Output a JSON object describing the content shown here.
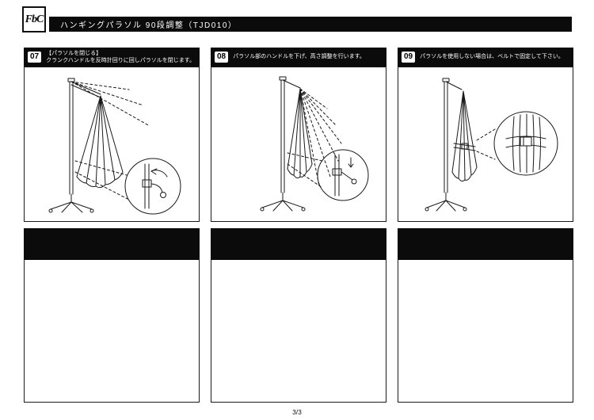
{
  "page": {
    "logo_text": "FbC",
    "title": "ハンギングパラソル 90段調整（TJD010）",
    "page_number": "3/3"
  },
  "steps": [
    {
      "number": "07",
      "line1": "【パラソルを閉じる】",
      "line2": "クランクハンドルを反時計回りに回しパラソルを閉じます。",
      "illustration": "parasol-crank-close-illustration"
    },
    {
      "number": "08",
      "line1": "パラソル部のハンドルを下げ、高さ調整を行います。",
      "illustration": "parasol-height-adjust-illustration"
    },
    {
      "number": "09",
      "line1": "パラソルを使用しない場合は、ベルトで固定して下さい。",
      "illustration": "parasol-belt-fix-illustration"
    }
  ]
}
